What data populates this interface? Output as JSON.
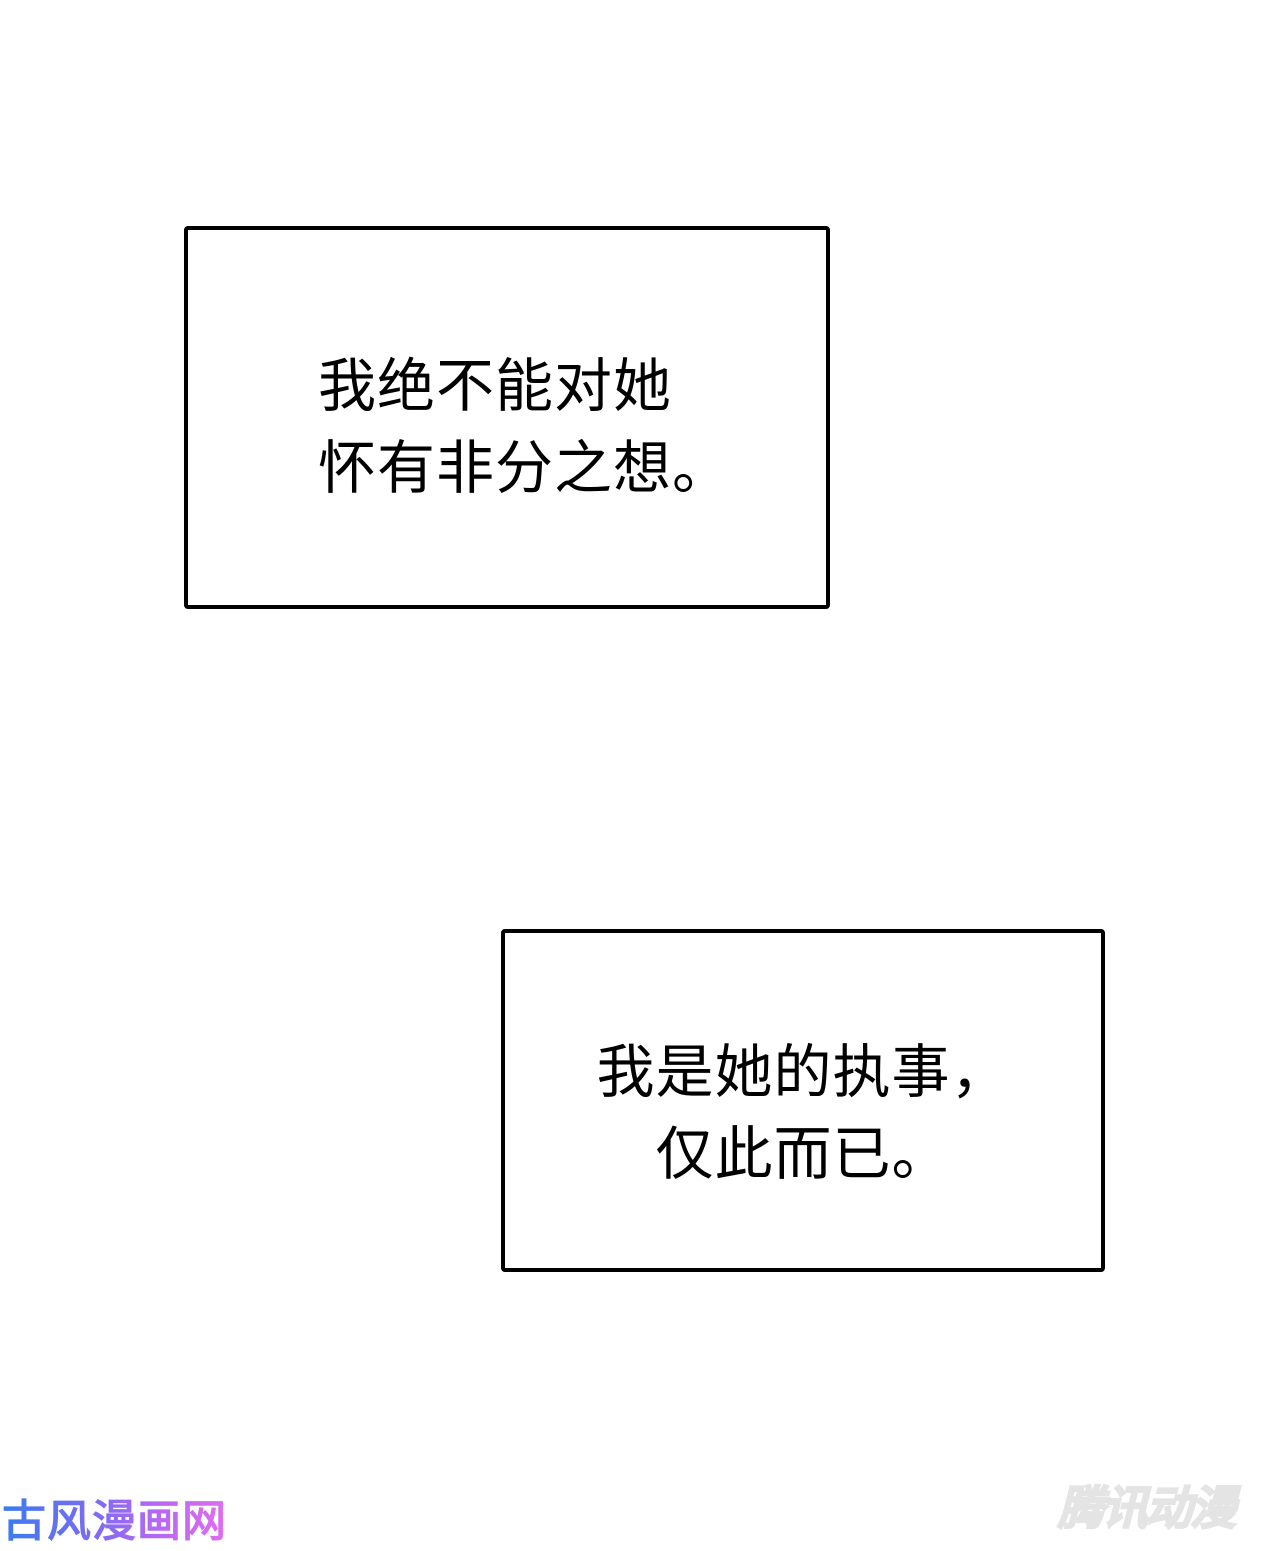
{
  "page": {
    "background": "#ffffff"
  },
  "captions": [
    {
      "lines": [
        "我绝不能对她",
        "怀有非分之想。"
      ],
      "border_color": "#000000"
    },
    {
      "lines": [
        "我是她的执事，",
        "仅此而已。"
      ],
      "border_color": "#000000"
    }
  ],
  "watermarks": {
    "left": {
      "text": "古风漫画网",
      "gradient_colors": [
        "#3a7bf0",
        "#7a6cf2",
        "#b868f4",
        "#e06cf0"
      ]
    },
    "right": {
      "text": "腾讯动漫",
      "color": "#f1f1f1"
    }
  }
}
